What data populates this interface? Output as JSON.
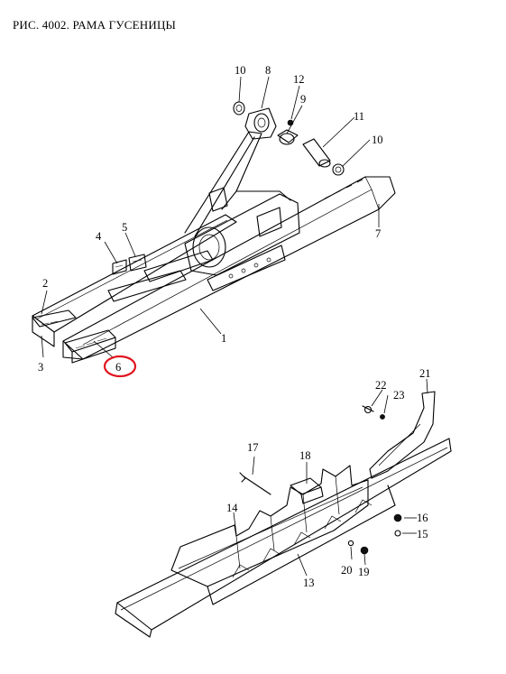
{
  "title": "РИС. 4002. РАМА ГУСЕНИЦЫ",
  "callouts": {
    "c1": "1",
    "c2": "2",
    "c3": "3",
    "c4": "4",
    "c5": "5",
    "c6": "6",
    "c7": "7",
    "c8": "8",
    "c9": "9",
    "c10a": "10",
    "c10b": "10",
    "c11": "11",
    "c12": "12",
    "c13": "13",
    "c14": "14",
    "c15": "15",
    "c16": "16",
    "c17": "17",
    "c18": "18",
    "c19": "19",
    "c20": "20",
    "c21": "21",
    "c22": "22",
    "c23": "23"
  },
  "highlight": {
    "callout": "6",
    "color": "#e0141e"
  }
}
